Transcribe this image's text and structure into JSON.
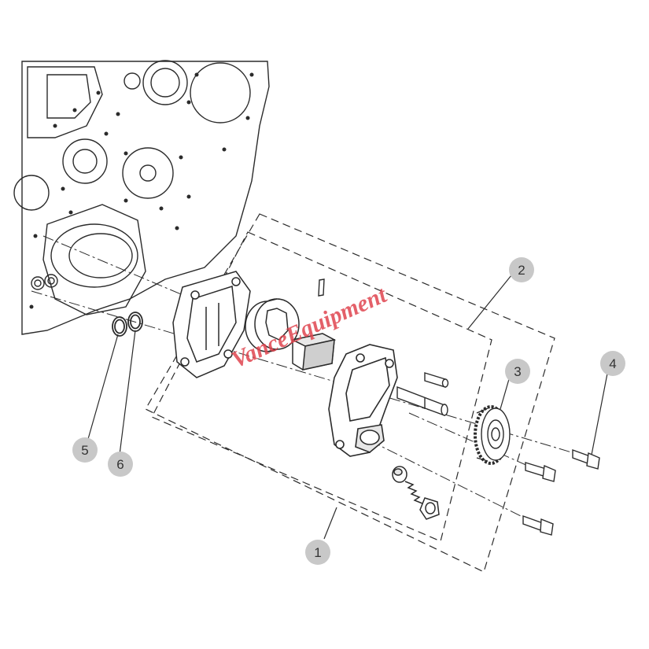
{
  "diagram": {
    "description_free": true,
    "callouts": [
      {
        "id": "1",
        "label": "1"
      },
      {
        "id": "2",
        "label": "2"
      },
      {
        "id": "3",
        "label": "3"
      },
      {
        "id": "4",
        "label": "4"
      },
      {
        "id": "5",
        "label": "5"
      },
      {
        "id": "6",
        "label": "6"
      }
    ],
    "watermark": "VanceEquipment",
    "colors": {
      "line": "#2b2b2b",
      "callout_fill": "#c8c8c8",
      "callout_text": "#333333",
      "watermark": "#e0454f"
    }
  }
}
